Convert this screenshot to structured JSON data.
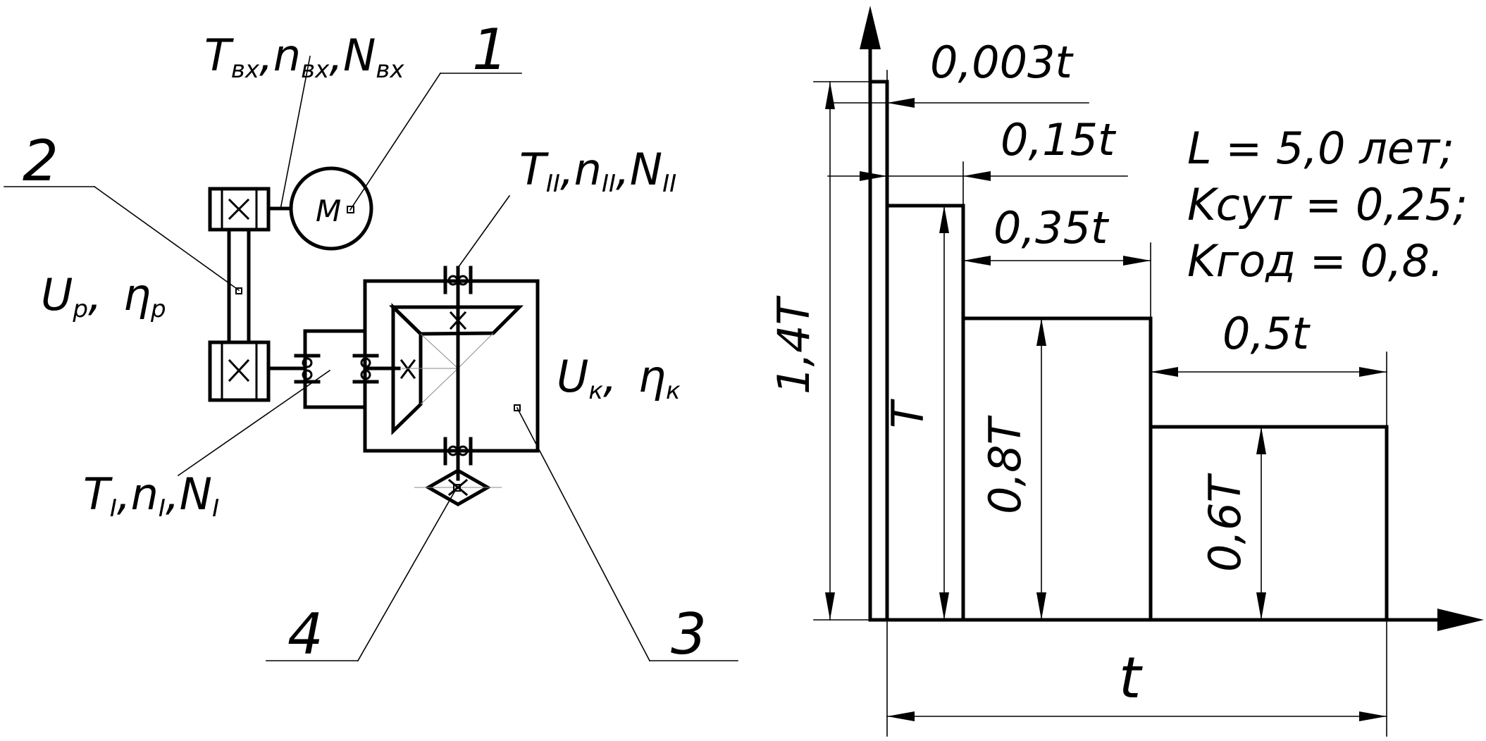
{
  "scheme": {
    "callouts": [
      "1",
      "2",
      "3",
      "4"
    ],
    "motor_letter": "M",
    "input_shaft_label": {
      "base": "T",
      "sub1": "вх",
      "n": "n",
      "sub2": "вх",
      "N": "N",
      "sub3": "вх"
    },
    "shaft1_label": {
      "T": "T",
      "s1": "I",
      "n": "n",
      "s2": "I",
      "N": "N",
      "s3": "I"
    },
    "shaft2_label": {
      "T": "T",
      "s1": "II",
      "n": "n",
      "s2": "II",
      "N": "N",
      "s3": "II"
    },
    "belt_params": {
      "U": "U",
      "us": "р",
      "eta": "η",
      "es": "р"
    },
    "reducer_params": {
      "U": "U",
      "us": "к",
      "eta": "η",
      "es": "к"
    },
    "separator": ","
  },
  "load_diagram": {
    "dims": {
      "peak_duration": "0,003t",
      "d1": "0,15t",
      "d2": "0,35t",
      "d3": "0,5t",
      "total": "t",
      "peak_level": "1,4T",
      "level1": "T",
      "level2": "0,8T",
      "level3": "0,6T"
    },
    "params": [
      "L = 5,0 лет;",
      "Kсут = 0,25;",
      "Kгод = 0,8."
    ]
  }
}
